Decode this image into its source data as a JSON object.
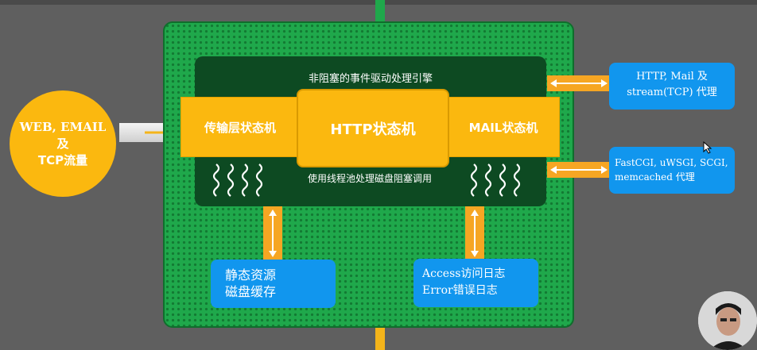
{
  "diagram": {
    "inner_title": "非阻塞的事件驱动处理引擎",
    "thread_pool_note": "使用线程池处理磁盘阻塞调用",
    "transport_state_machine": "传输层状态机",
    "http_state_machine": "HTTP状态机",
    "mail_state_machine": "MAIL状态机",
    "traffic_input": {
      "line1": "WEB, EMAIL",
      "line2": "及",
      "line3": "TCP流量"
    },
    "proxy_http": {
      "line1": "HTTP, Mail 及",
      "line2": "stream(TCP) 代理"
    },
    "proxy_fastcgi": {
      "line1": "FastCGI, uWSGI, SCGI,",
      "line2": "memcached 代理"
    },
    "static_cache": {
      "line1": "静态资源",
      "line2": "磁盘缓存"
    },
    "logs": {
      "line1": "Access访问日志",
      "line2": "Error错误日志"
    }
  },
  "colors": {
    "background": "#5f5f5f",
    "outer_green": "#1fa84b",
    "inner_dark_green": "#0d4a22",
    "state_yellow": "#fbb80f",
    "output_blue": "#1196ee"
  }
}
